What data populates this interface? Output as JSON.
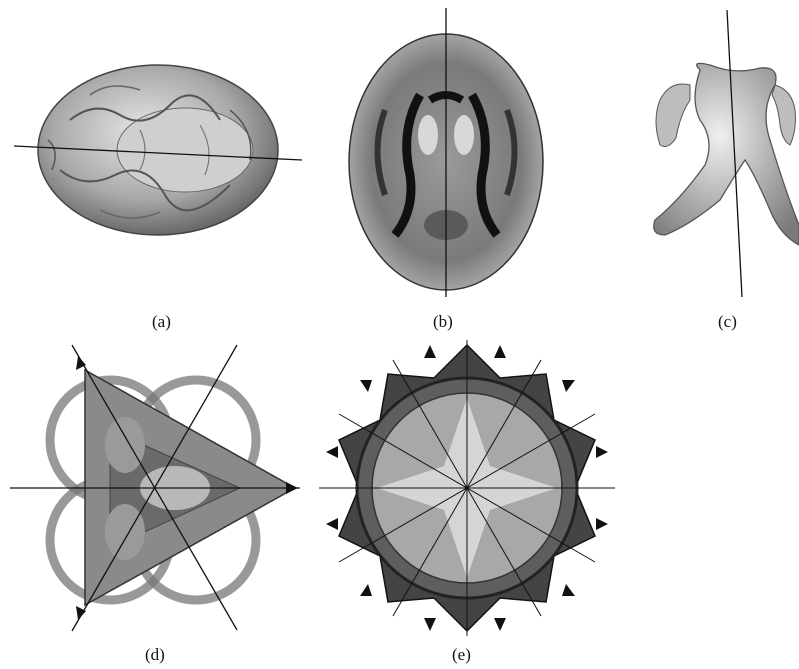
{
  "figure": {
    "panels": [
      {
        "label": "(a)",
        "content": "3D brain surface with symmetry plane line"
      },
      {
        "label": "(b)",
        "content": "Axial brain MRI slice with vertical symmetry line"
      },
      {
        "label": "(c)",
        "content": "3D ventricles structure with symmetry line"
      },
      {
        "label": "(d)",
        "content": "Pattern with 3-fold rotational symmetry and reflection axes"
      },
      {
        "label": "(e)",
        "content": "Pattern with 12-fold rotational symmetry and reflection axes"
      }
    ]
  }
}
